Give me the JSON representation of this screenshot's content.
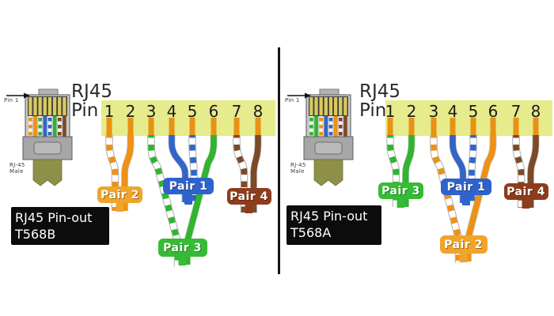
{
  "colors": {
    "orange": "#ee9117",
    "orange_tag": "#f0a42a",
    "green": "#2fb52f",
    "green_tag": "#35bb35",
    "blue": "#3165c6",
    "blue_tag": "#2e62cc",
    "brown": "#7c4a27",
    "brown_tag": "#8e3c1b",
    "pin_gold": "#e89114",
    "bar_yellow": "#e6eb8c",
    "caption_bg": "#0c0c0c",
    "caption_text": "#ffffff",
    "divider": "#161616",
    "connector_body": "#c9c9c9",
    "connector_base": "#a6a6a6",
    "connector_pin_gold": "#d9ca5e",
    "cable_olive": "#8e9049"
  },
  "panels": [
    {
      "standard": "T568B",
      "header": {
        "title": "RJ45",
        "pin_word": "Pin"
      },
      "connector": {
        "pin1_label": "Pin 1",
        "label_line1": "RJ-45",
        "label_line2": "Male"
      },
      "pin_numbers": [
        "1",
        "2",
        "3",
        "4",
        "5",
        "6",
        "7",
        "8"
      ],
      "wires": [
        {
          "pin": "1",
          "color": "orange",
          "striped": true
        },
        {
          "pin": "2",
          "color": "orange",
          "striped": false
        },
        {
          "pin": "3",
          "color": "green",
          "striped": true
        },
        {
          "pin": "4",
          "color": "blue",
          "striped": false
        },
        {
          "pin": "5",
          "color": "blue",
          "striped": true
        },
        {
          "pin": "6",
          "color": "green",
          "striped": false
        },
        {
          "pin": "7",
          "color": "brown",
          "striped": true
        },
        {
          "pin": "8",
          "color": "brown",
          "striped": false
        }
      ],
      "pairs": [
        {
          "label": "Pair 2",
          "color": "orange",
          "pins": [
            "1",
            "2"
          ],
          "position": "upper"
        },
        {
          "label": "Pair 1",
          "color": "blue",
          "pins": [
            "4",
            "5"
          ],
          "position": "upper"
        },
        {
          "label": "Pair 3",
          "color": "green",
          "pins": [
            "3",
            "6"
          ],
          "position": "lower"
        },
        {
          "label": "Pair 4",
          "color": "brown",
          "pins": [
            "7",
            "8"
          ],
          "position": "upper"
        }
      ],
      "caption": {
        "line1": "RJ45 Pin-out",
        "line2": "T568B"
      }
    },
    {
      "standard": "T568A",
      "header": {
        "title": "RJ45",
        "pin_word": "Pin"
      },
      "connector": {
        "pin1_label": "Pin 1",
        "label_line1": "RJ-45",
        "label_line2": "Male"
      },
      "pin_numbers": [
        "1",
        "2",
        "3",
        "4",
        "5",
        "6",
        "7",
        "8"
      ],
      "wires": [
        {
          "pin": "1",
          "color": "green",
          "striped": true
        },
        {
          "pin": "2",
          "color": "green",
          "striped": false
        },
        {
          "pin": "3",
          "color": "orange",
          "striped": true
        },
        {
          "pin": "4",
          "color": "blue",
          "striped": false
        },
        {
          "pin": "5",
          "color": "blue",
          "striped": true
        },
        {
          "pin": "6",
          "color": "orange",
          "striped": false
        },
        {
          "pin": "7",
          "color": "brown",
          "striped": true
        },
        {
          "pin": "8",
          "color": "brown",
          "striped": false
        }
      ],
      "pairs": [
        {
          "label": "Pair 3",
          "color": "green",
          "pins": [
            "1",
            "2"
          ],
          "position": "upper"
        },
        {
          "label": "Pair 1",
          "color": "blue",
          "pins": [
            "4",
            "5"
          ],
          "position": "upper"
        },
        {
          "label": "Pair 2",
          "color": "orange",
          "pins": [
            "3",
            "6"
          ],
          "position": "lower"
        },
        {
          "label": "Pair 4",
          "color": "brown",
          "pins": [
            "7",
            "8"
          ],
          "position": "upper"
        }
      ],
      "caption": {
        "line1": "RJ45 Pin-out",
        "line2": "T568A"
      }
    }
  ]
}
